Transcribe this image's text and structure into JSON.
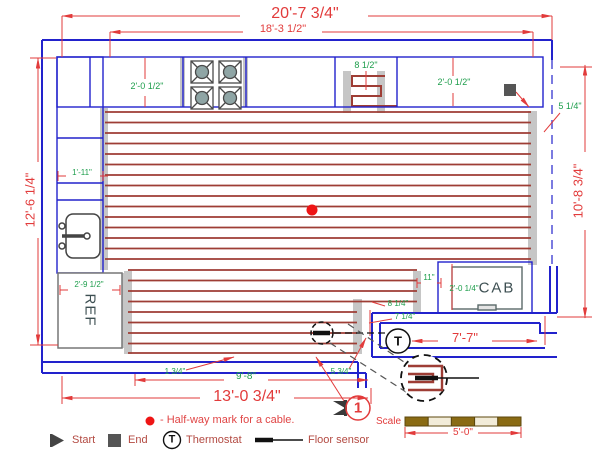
{
  "dims": {
    "top_main": "20'-7 3/4\"",
    "top_inner": "18'-3 1/2\"",
    "left": "12'-6 1/4\"",
    "right": "10'-8 3/4\"",
    "bottom_main": "13'-0 3/4\"",
    "bottom_inner": "9'-8\"",
    "nook": "7'-7\"",
    "scale": "5'-0\"",
    "counter_left": "2'-0 1/2\"",
    "counter_right": "2'-0 1/2\"",
    "coil": "8 1/2\"",
    "right_gap": "5 1/4\"",
    "left_cabinet": "1'-11\"",
    "ref_width": "2'-9 1/2\"",
    "cab_width": "2'-0 1/4\"",
    "cab_gap": "11\"",
    "gap_8_quarter": "8 1/4\"",
    "gap_7_quarter": "7 1/4\"",
    "gap_1_3_4": "1 3/4\"",
    "end_gap": "5 3/4\""
  },
  "labels": {
    "ref": "REF",
    "cab": "CAB",
    "thermostat_plan": "T",
    "callout": "1",
    "scale": "Scale"
  },
  "legend": {
    "halfway": "- Half-way mark for a cable.",
    "start": "Start",
    "end": "End",
    "thermostat_symbol": "T",
    "thermostat": "Thermostat",
    "floor_sensor": "Floor sensor"
  },
  "colors": {
    "wall_blue": "#2222cc",
    "boundary_dashed": "#7b7be0",
    "cable_red": "#9e3d35",
    "dim_red": "#e23b3b",
    "dim_green": "#1e9e4c",
    "halfway_dot": "#ee1515",
    "marker_gray": "#555555",
    "strip_gray": "#c6c6c6",
    "scale_brown": "#8a6b14"
  }
}
